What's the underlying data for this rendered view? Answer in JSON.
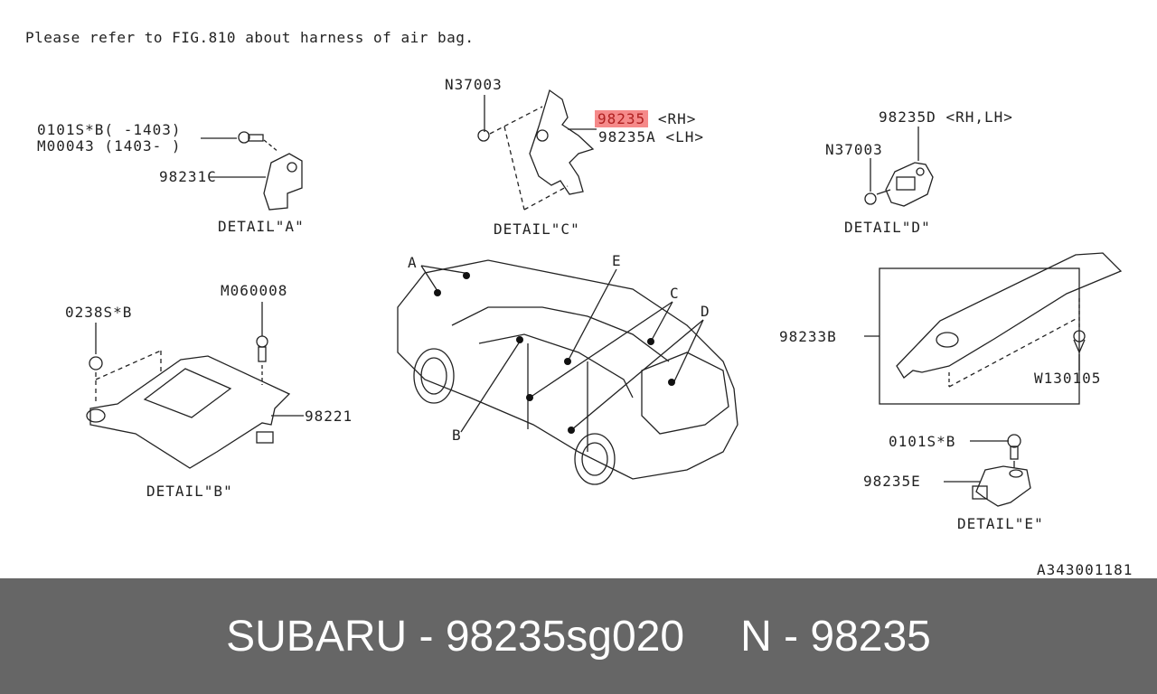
{
  "header": {
    "note": "Please refer to FIG.810 about harness of air bag."
  },
  "details": {
    "A": {
      "title": "DETAIL\"A\"",
      "labels": [
        "0101S*B( -1403)",
        "M00043 (1403- )",
        "98231C"
      ]
    },
    "B": {
      "title": "DETAIL\"B\"",
      "labels": [
        "0238S*B",
        "M060008",
        "98221"
      ]
    },
    "C": {
      "title": "DETAIL\"C\"",
      "labels": [
        "N37003",
        "98235",
        "<RH>",
        "98235A",
        "<LH>"
      ],
      "highlighted": "98235"
    },
    "D": {
      "title": "DETAIL\"D\"",
      "labels": [
        "98235D",
        "<RH,LH>",
        "N37003"
      ]
    },
    "E": {
      "title": "DETAIL\"E\"",
      "labels": [
        "0101S*B",
        "98235E"
      ]
    },
    "trim": {
      "labels": [
        "98233B",
        "W130105"
      ]
    }
  },
  "vehicle": {
    "callouts": [
      "A",
      "B",
      "C",
      "D",
      "E"
    ]
  },
  "figure_code": "A343001181",
  "footer": {
    "brand_part": "SUBARU - 98235sg020",
    "ref": "N - 98235"
  },
  "colors": {
    "highlight": "#f58a8a",
    "highlight_text": "#b02020",
    "footer_bg": "#666666",
    "footer_text": "#ffffff"
  }
}
